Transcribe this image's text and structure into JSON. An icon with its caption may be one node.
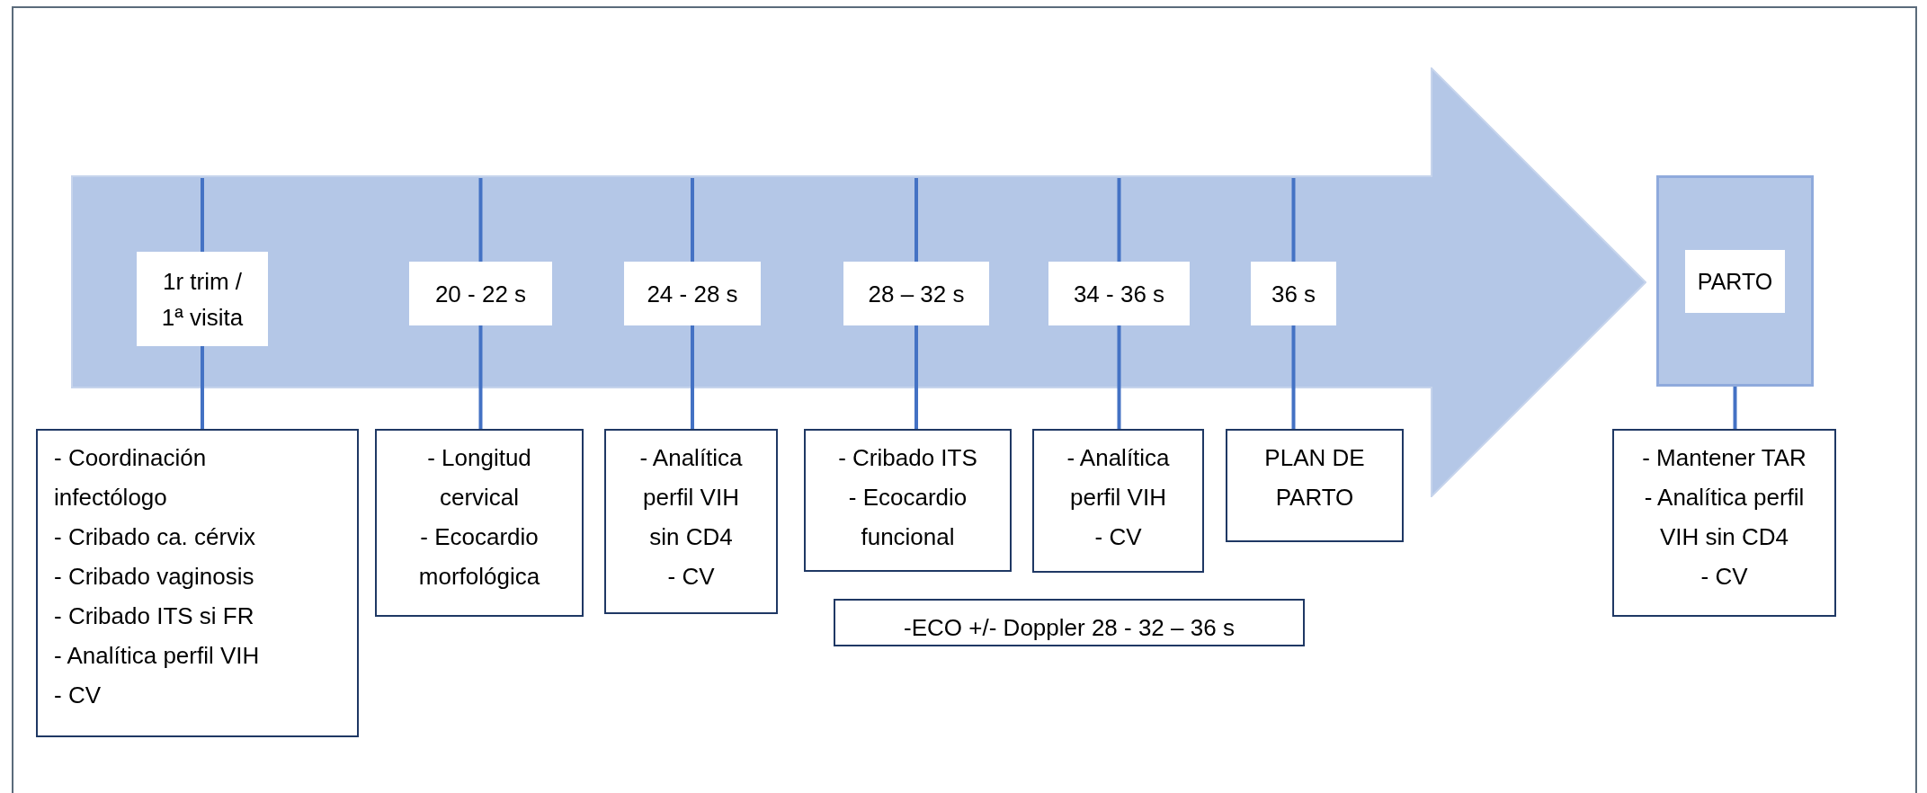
{
  "diagram": {
    "nodes": [
      {
        "text": [],
        "shape": "arrow"
      },
      {
        "text": [
          "1r trim / 1ª visita"
        ],
        "in": 0
      },
      {
        "text": [
          "20 - 22 s"
        ],
        "in": 0
      },
      {
        "text": [
          "24 - 28 s"
        ],
        "in": 0
      },
      {
        "text": [
          "28 – 32 s"
        ],
        "in": 0
      },
      {
        "text": [
          "34 - 36 s"
        ],
        "in": 0
      },
      {
        "text": [
          "36 s"
        ],
        "in": 0
      },
      {
        "text": [
          "PARTO"
        ]
      },
      {
        "text": [
          "- Coordinación infectólogo",
          "- Cribado ca. cérvix",
          "- Cribado vaginosis",
          "- Cribado ITS si FR",
          "- Analítica perfil VIH",
          "- CV"
        ]
      },
      {
        "text": [
          "- Longitud cervical",
          "- Ecocardio morfológica"
        ]
      },
      {
        "text": [
          "- Analítica perfil VIH sin CD4",
          "- CV"
        ]
      },
      {
        "text": [
          "- Cribado ITS",
          "- Ecocardio funcional"
        ]
      },
      {
        "text": [
          "- Analítica perfil VIH",
          "- CV"
        ]
      },
      {
        "text": [
          "PLAN DE PARTO"
        ]
      },
      {
        "text": [
          "-ECO +/- Doppler 28 - 32 – 36 s"
        ]
      },
      {
        "text": [
          "- Mantener TAR",
          "- Analítica perfil VIH sin CD4",
          "- CV"
        ]
      }
    ],
    "edges": [
      {
        "from": 1,
        "to": 8,
        "arrow": "none"
      },
      {
        "from": 2,
        "to": 9,
        "arrow": "none"
      },
      {
        "from": 3,
        "to": 10,
        "arrow": "none"
      },
      {
        "from": 4,
        "to": 11,
        "arrow": "none"
      },
      {
        "from": 5,
        "to": 12,
        "arrow": "none"
      },
      {
        "from": 6,
        "to": 13,
        "arrow": "none"
      },
      {
        "from": 7,
        "to": 15,
        "arrow": "none"
      }
    ]
  }
}
